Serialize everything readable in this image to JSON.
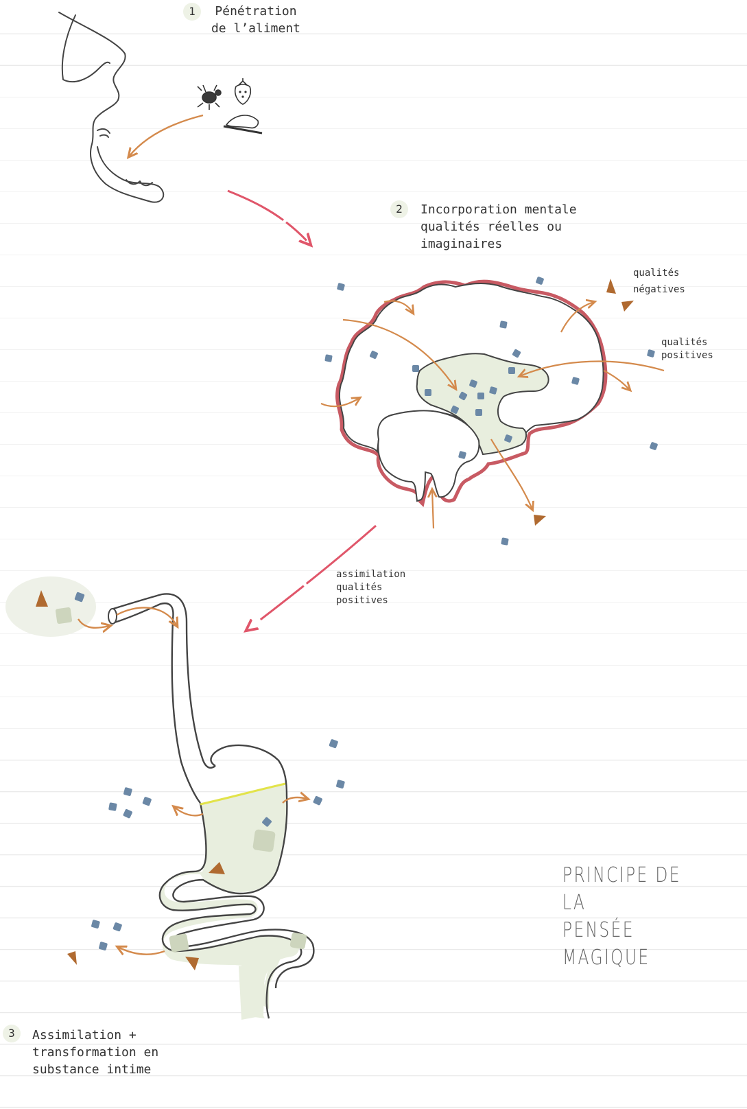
{
  "steps": [
    {
      "number": "1",
      "text": "Pénétration\nde l’aliment"
    },
    {
      "number": "2",
      "text": "Incorporation mentale\nqualités réelles ou\nimaginaires"
    },
    {
      "number": "3",
      "text": "Assimilation +\ntransformation en\nsubstance intime"
    }
  ],
  "labels": {
    "negative": "qualités\nnégatives",
    "positive": "qualités\npositives",
    "assimilation": "assimilation\nqualités\npositives"
  },
  "title": "PRINCIPE DE LA\nPENSÉE MAGIQUE",
  "colors": {
    "outline": "#444444",
    "arrow_orange": "#d48a4c",
    "arrow_red": "#e0566a",
    "positive_blue": "#6b88a6",
    "negative_brown": "#b06a30",
    "fill_green": "#e8eede",
    "acid_yellow": "#e2e34a"
  }
}
